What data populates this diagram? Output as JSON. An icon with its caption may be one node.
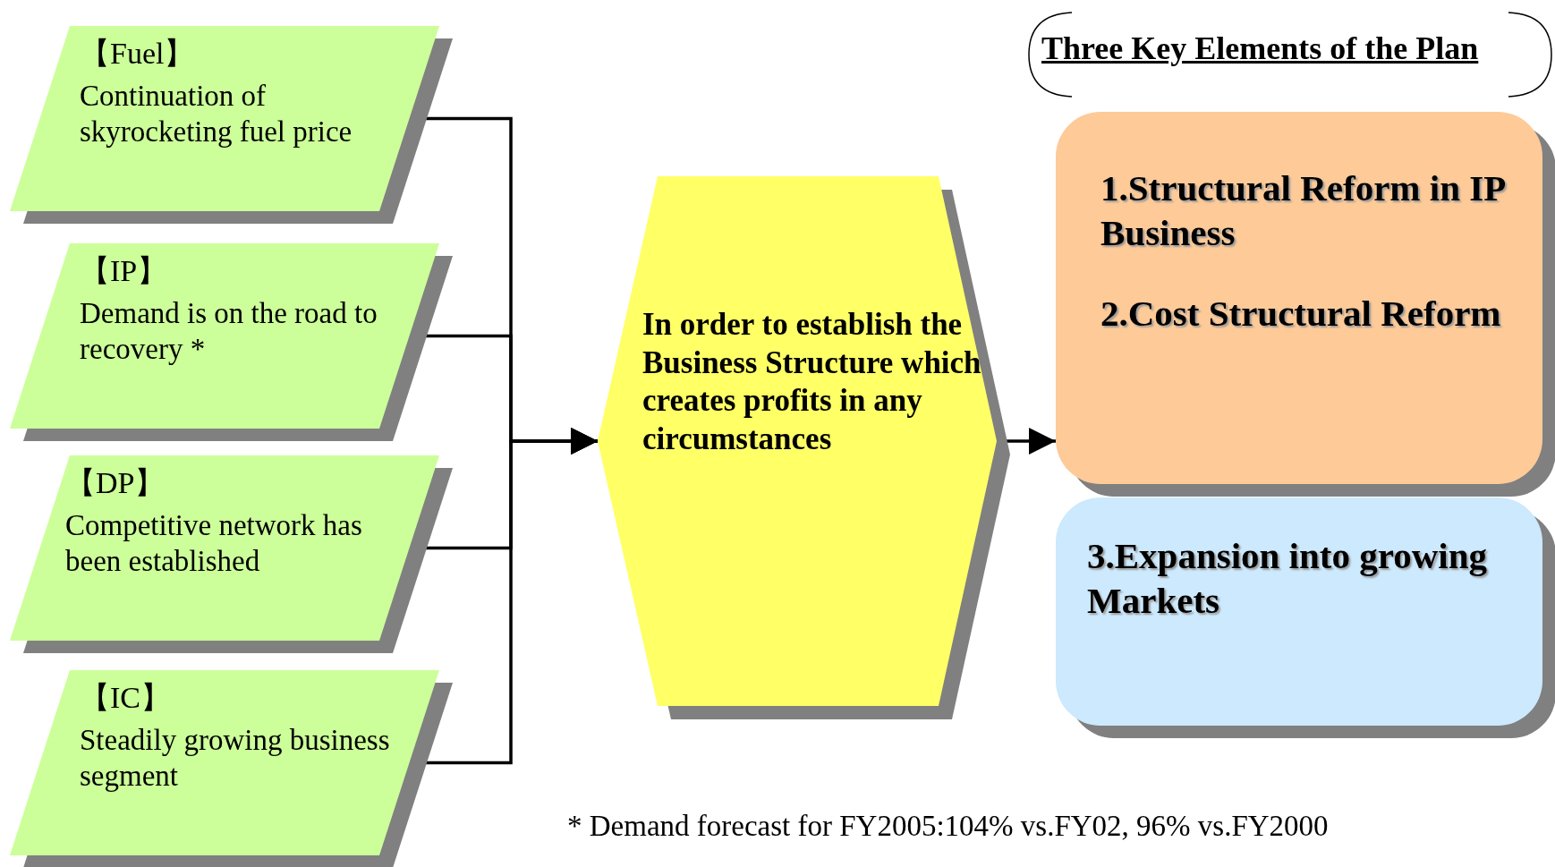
{
  "diagram": {
    "nodes": [
      {
        "text": [
          "【Fuel】",
          "Continuation of skyrocketing fuel price"
        ]
      },
      {
        "text": [
          "【IP】",
          "Demand is on the road to recovery *"
        ]
      },
      {
        "text": [
          "【DP】",
          "Competitive network has been established"
        ]
      },
      {
        "text": [
          "【IC】",
          "Steadily growing business segment"
        ]
      },
      {
        "text": [
          "In order to establish the Business Structure which creates profits in any circumstances"
        ]
      },
      {
        "text": [
          "Three Key Elements of the Plan"
        ]
      },
      {
        "text": [
          "1.Structural Reform in IP Business",
          "2.Cost Structural Reform"
        ]
      },
      {
        "text": [
          "3.Expansion into growing Markets"
        ]
      }
    ],
    "edges": [
      {
        "from": 0,
        "to": 4,
        "arrow": "to"
      },
      {
        "from": 1,
        "to": 4,
        "arrow": "to"
      },
      {
        "from": 2,
        "to": 4,
        "arrow": "to"
      },
      {
        "from": 3,
        "to": 4,
        "arrow": "to"
      },
      {
        "from": 4,
        "to": 6,
        "arrow": "to"
      }
    ],
    "labels": [
      "* Demand forecast for FY2005:104% vs.FY02, 96% vs.FY2000"
    ]
  }
}
